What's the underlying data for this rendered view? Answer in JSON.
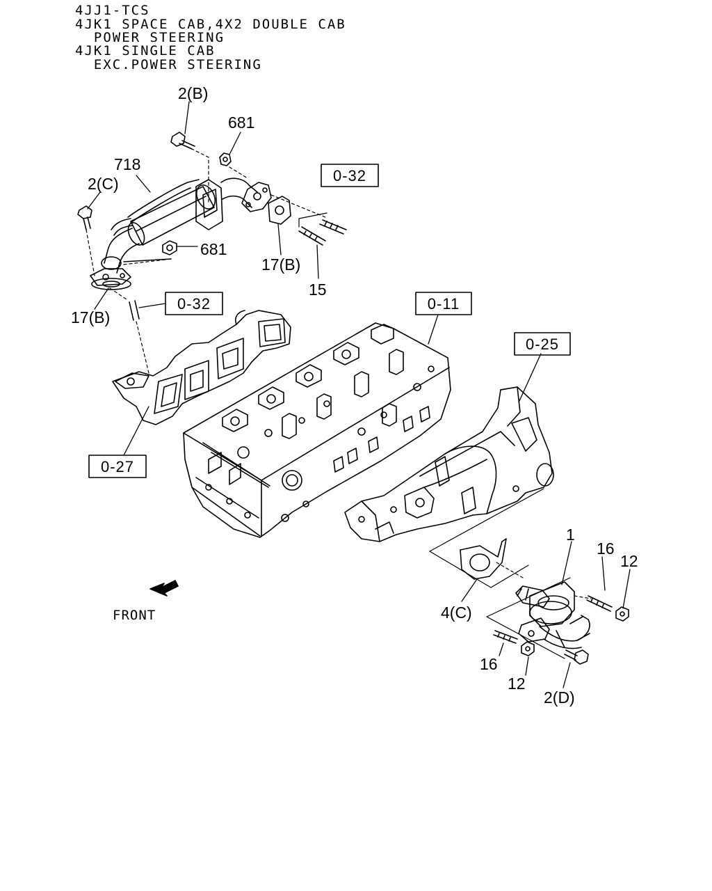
{
  "applicability": [
    "4JJ1-TCS",
    "4JK1 SPACE CAB,4X2 DOUBLE CAB",
    "  POWER STEERING",
    "4JK1 SINGLE CAB",
    "  EXC.POWER STEERING"
  ],
  "callouts": {
    "c_2b": "2(B)",
    "c_681_top": "681",
    "c_718": "718",
    "c_2c": "2(C)",
    "c_681_mid": "681",
    "c_17b_right": "17(B)",
    "c_15": "15",
    "c_17b_left": "17(B)",
    "c_1": "1",
    "c_16_right": "16",
    "c_12_right": "12",
    "c_4c": "4(C)",
    "c_16_bottom": "16",
    "c_12_bottom": "12",
    "c_2d": "2(D)"
  },
  "refs": {
    "r_032_top": "0-32",
    "r_032_mid": "0-32",
    "r_011": "0-11",
    "r_025": "0-25",
    "r_027": "0-27"
  },
  "front_label": "FRONT"
}
